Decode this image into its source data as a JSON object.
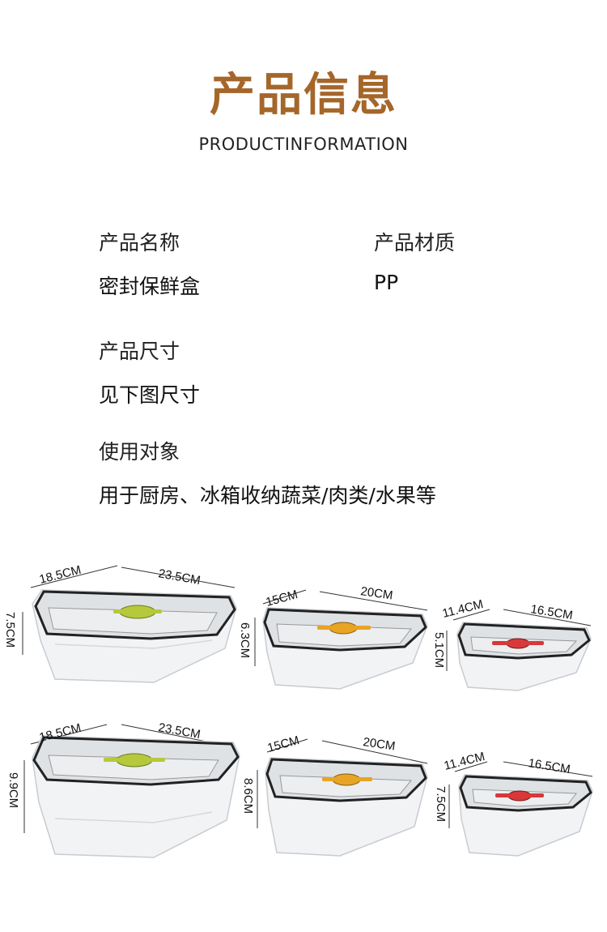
{
  "header": {
    "title": "产品信息",
    "subtitle": "PRODUCTINFORMATION",
    "title_color": "#a5662a"
  },
  "info": {
    "name_label": "产品名称",
    "name_value": "密封保鲜盒",
    "material_label": "产品材质",
    "material_value": "PP",
    "size_label": "产品尺寸",
    "size_value": "见下图尺寸",
    "usage_label": "使用对象",
    "usage_value": "用于厨房、冰箱收纳蔬菜/肉类/水果等"
  },
  "products": {
    "row1": [
      {
        "width": "18.5CM",
        "length": "23.5CM",
        "height": "7.5CM",
        "badge_color": "#b6c93a"
      },
      {
        "width": "15CM",
        "length": "20CM",
        "height": "6.3CM",
        "badge_color": "#e8a424"
      },
      {
        "width": "11.4CM",
        "length": "16.5CM",
        "height": "5.1CM",
        "badge_color": "#d8383a"
      }
    ],
    "row2": [
      {
        "width": "18.5CM",
        "length": "23.5CM",
        "height": "9.9CM",
        "badge_color": "#b6c93a"
      },
      {
        "width": "15CM",
        "length": "20CM",
        "height": "8.6CM",
        "badge_color": "#e8a424"
      },
      {
        "width": "11.4CM",
        "length": "16.5CM",
        "height": "7.5CM",
        "badge_color": "#d8383a"
      }
    ]
  }
}
